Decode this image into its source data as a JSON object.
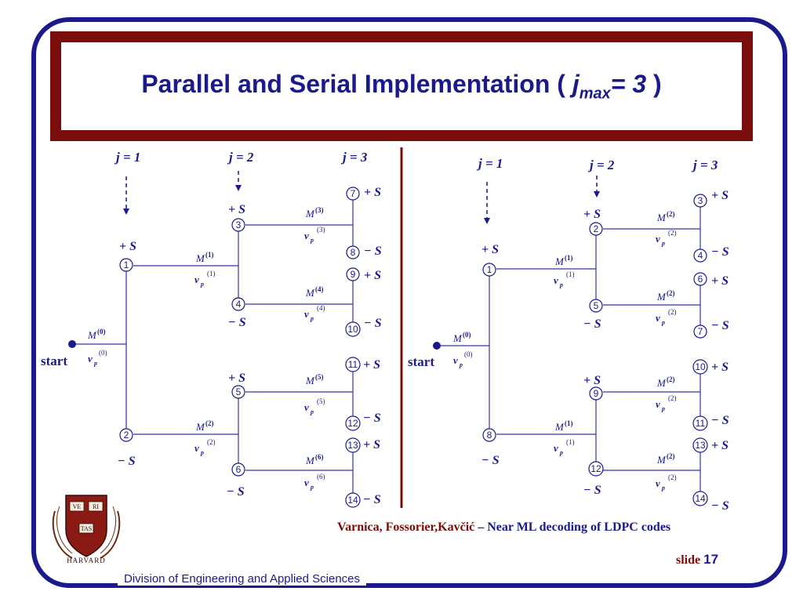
{
  "title": {
    "prefix": "Parallel and Serial Implementation (",
    "j": "j",
    "sub": "max",
    "suffix": "= 3",
    "close": ")"
  },
  "levels": [
    "j = 1",
    "j = 2",
    "j = 3"
  ],
  "start_label": "start",
  "plus_s": "+ S",
  "minus_s": "− S",
  "m_symbol": "M",
  "v_symbol": "v",
  "v_sub": "p",
  "diagrams": [
    {
      "name": "parallel",
      "root_label": "(0)",
      "nodes": [
        "1",
        "2",
        "3",
        "4",
        "5",
        "6",
        "7",
        "8",
        "9",
        "10",
        "11",
        "12",
        "13",
        "14"
      ],
      "edge_labels": [
        "(1)",
        "(2)",
        "(3)",
        "(4)",
        "(5)",
        "(6)"
      ]
    },
    {
      "name": "serial",
      "root_label": "(0)",
      "nodes": [
        "1",
        "8",
        "2",
        "5",
        "9",
        "12",
        "3",
        "4",
        "6",
        "7",
        "10",
        "11",
        "13",
        "14"
      ],
      "edge_labels": [
        "(1)",
        "(1)",
        "(2)",
        "(2)",
        "(2)",
        "(2)"
      ]
    }
  ],
  "credit": {
    "authors": "Varnica, Fossorier,Kavčić",
    "sep": " – ",
    "title": "Near ML decoding of LDPC codes"
  },
  "slide": {
    "label": "slide",
    "number": "17"
  },
  "footer": "Division of Engineering and Applied Sciences",
  "logo_letters": [
    "VE",
    "RI",
    "TAS"
  ],
  "logo_text": "HARVARD",
  "colors": {
    "navy": "#1a1a8c",
    "maroon": "#7a0c0c",
    "line": "#3333aa"
  }
}
